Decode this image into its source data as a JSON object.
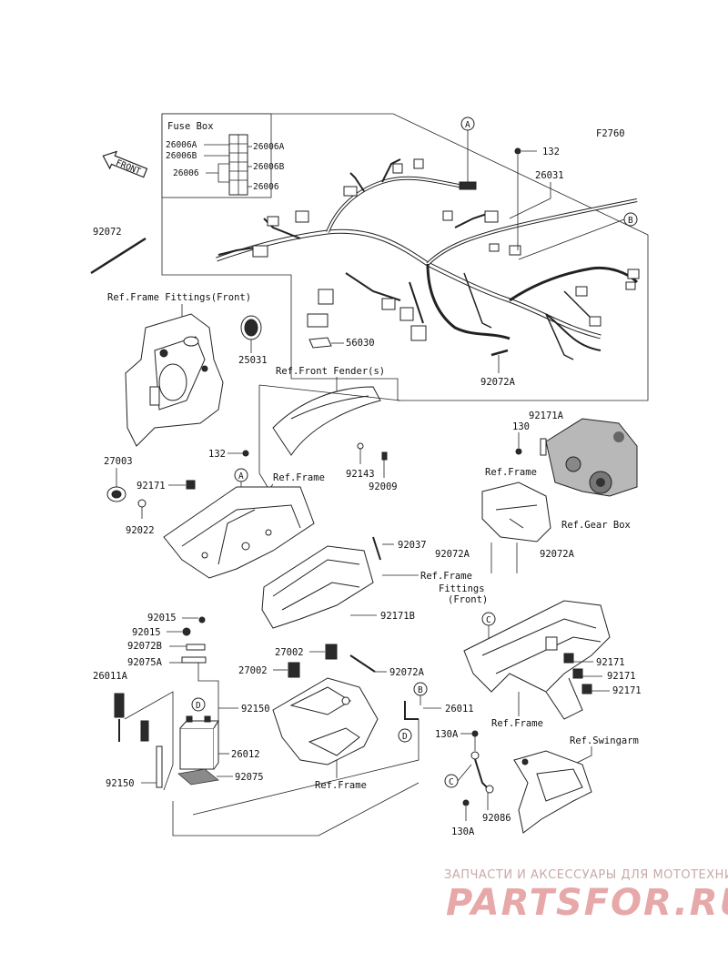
{
  "figure_code": "F2760",
  "front_arrow": "FRONT",
  "fuse_box": {
    "title": "Fuse Box",
    "left_labels": [
      "26006A",
      "26006B",
      "26006"
    ],
    "right_labels": [
      "26006A",
      "26006B",
      "26006"
    ]
  },
  "circle_markers": [
    "A",
    "B",
    "A",
    "B",
    "C",
    "D",
    "D",
    "C"
  ],
  "part_numbers": {
    "p132_top": "132",
    "p26031": "26031",
    "p92072": "92072",
    "p56030": "56030",
    "p92072A_top": "92072A",
    "p25031": "25031",
    "p132_mid": "132",
    "p27003": "27003",
    "p92171": "92171",
    "p92022": "92022",
    "p92143": "92143",
    "p92009": "92009",
    "p130": "130",
    "p92171A": "92171A",
    "p92072A_l": "92072A",
    "p92072A_r": "92072A",
    "p92037": "92037",
    "p92171B": "92171B",
    "p92015_a": "92015",
    "p92015_b": "92015",
    "p92072B": "92072B",
    "p92075A": "92075A",
    "p26011A": "26011A",
    "p92150_r": "92150",
    "p92150_l": "92150",
    "p26012": "26012",
    "p92075": "92075",
    "p27002_a": "27002",
    "p27002_b": "27002",
    "p92072A_c": "92072A",
    "p26011": "26011",
    "p92171_r1": "92171",
    "p92171_r2": "92171",
    "p92171_r3": "92171",
    "p130A_a": "130A",
    "p130A_b": "130A",
    "p92086": "92086"
  },
  "references": {
    "frame_fittings_front_top": "Ref.Frame Fittings(Front)",
    "front_fender": "Ref.Front Fender(s)",
    "frame_mid": "Ref.Frame",
    "frame_right": "Ref.Frame",
    "gear_box": "Ref.Gear Box",
    "frame_fittings_front_l1": "Ref.Frame",
    "frame_fittings_front_l2": "Fittings",
    "frame_fittings_front_l3": "(Front)",
    "frame_bottom_right": "Ref.Frame",
    "frame_bottom_center": "Ref.Frame",
    "swingarm": "Ref.Swingarm"
  },
  "watermark": {
    "tagline": "ЗАПЧАСТИ И АКСЕССУАРЫ ДЛЯ МОТОТЕХНИКИ",
    "brand": "PARTSFOR.RU"
  }
}
